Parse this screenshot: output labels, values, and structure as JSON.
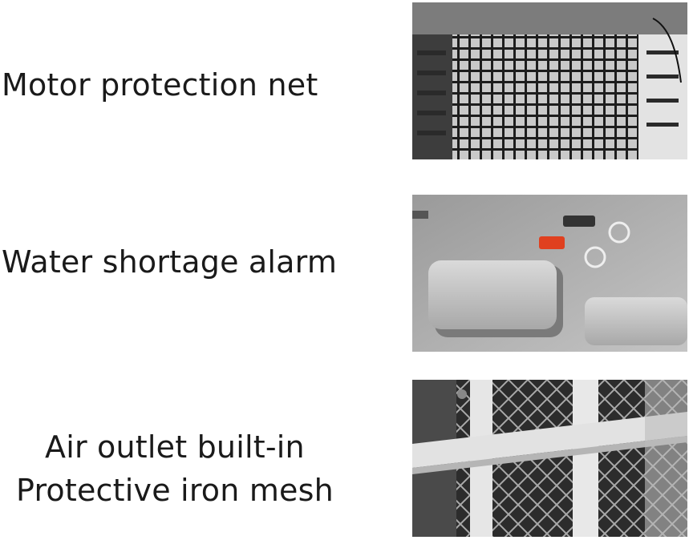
{
  "features": [
    {
      "lines": [
        "Motor protection net"
      ],
      "photo_icon": "motor-net-photo"
    },
    {
      "lines": [
        "Water shortage alarm"
      ],
      "photo_icon": "alarm-panel-photo"
    },
    {
      "lines": [
        "Air outlet built-in",
        "Protective iron mesh"
      ],
      "photo_icon": "iron-mesh-photo"
    }
  ],
  "colors": {
    "alarm_led": "#e0401f",
    "text": "#1a1a1a"
  }
}
